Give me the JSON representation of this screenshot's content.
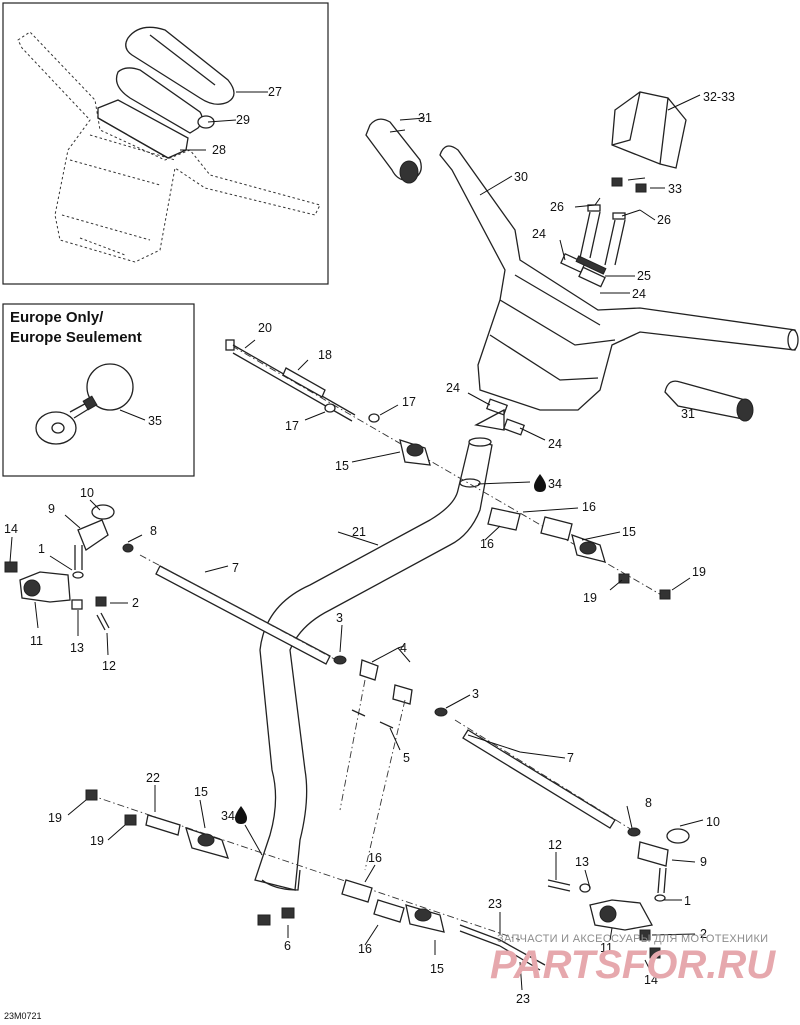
{
  "inset_europe": {
    "title_line1": "Europe Only/",
    "title_line2": "Europe Seulement"
  },
  "callouts": {
    "c1": "1",
    "c2": "2",
    "c3": "3",
    "c4": "4",
    "c5": "5",
    "c6": "6",
    "c7": "7",
    "c8": "8",
    "c9": "9",
    "c10": "10",
    "c11": "11",
    "c12": "12",
    "c13": "13",
    "c14": "14",
    "c15": "15",
    "c16": "16",
    "c17": "17",
    "c18": "18",
    "c19": "19",
    "c20": "20",
    "c21": "21",
    "c22": "22",
    "c23": "23",
    "c24": "24",
    "c25": "25",
    "c26": "26",
    "c27": "27",
    "c28": "28",
    "c29": "29",
    "c30": "30",
    "c31": "31",
    "c3233": "32-33",
    "c33": "33",
    "c34": "34",
    "c35": "35"
  },
  "document_id": "23M0721",
  "watermark": {
    "top": "ЗАПЧАСТИ И АКСЕССУАРЫ ДЛЯ МОТОТЕХНИКИ",
    "logo": "PARTSFOR.RU"
  }
}
